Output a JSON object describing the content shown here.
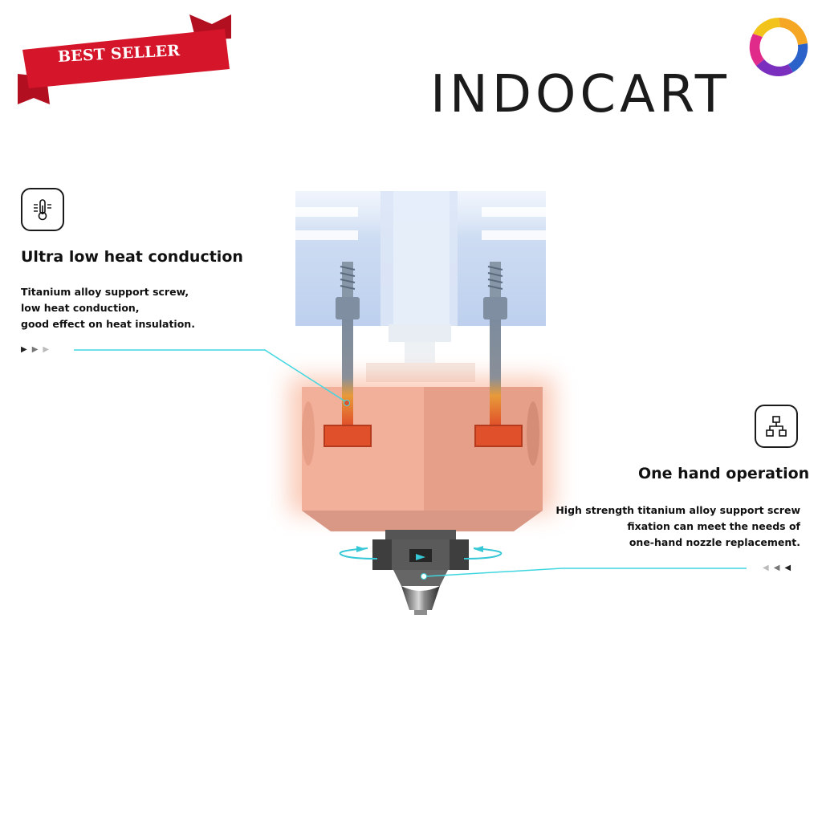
{
  "badge": {
    "label": "BEST SELLER",
    "color": "#d5152a"
  },
  "brand": {
    "name": "INDOCART",
    "logo_icon": "ring-logo-icon"
  },
  "features": {
    "left": {
      "icon": "thermometer-icon",
      "title": "Ultra low heat conduction",
      "lines": [
        "Titanium alloy support screw,",
        "low heat conduction,",
        "good effect on heat insulation."
      ]
    },
    "right": {
      "icon": "hierarchy-icon",
      "title": "One hand operation",
      "lines": [
        "High strength titanium alloy support screw",
        "fixation can meet the needs of",
        "one-hand nozzle replacement."
      ]
    }
  },
  "colors": {
    "accent_line": "#3fd6e0",
    "heater_block": "#f0a58c",
    "heatsink": "#c9daf2",
    "screw_hot": "#e0502a"
  }
}
